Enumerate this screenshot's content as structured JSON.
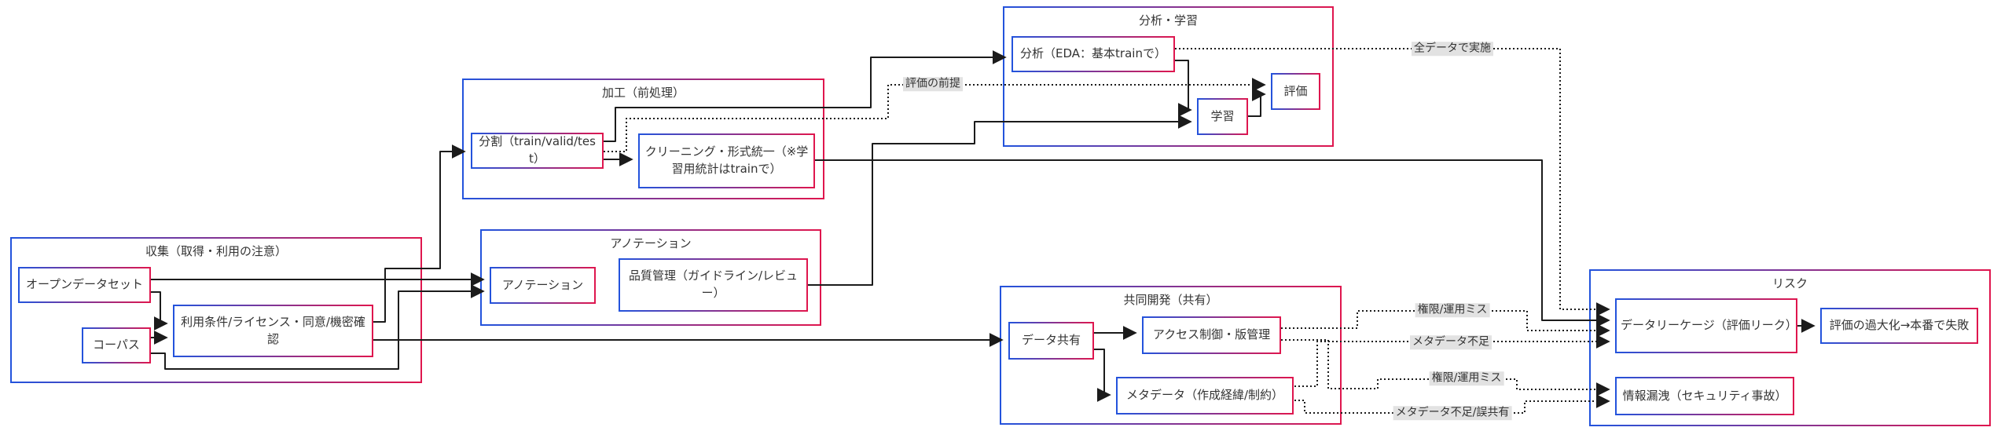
{
  "diagram": {
    "groups": {
      "collection": {
        "title": "収集（取得・利用の注意）"
      },
      "processing": {
        "title": "加工（前処理）"
      },
      "annotation": {
        "title": "アノテーション"
      },
      "analysis": {
        "title": "分析・学習"
      },
      "collab": {
        "title": "共同開発（共有）"
      },
      "risk": {
        "title": "リスク"
      }
    },
    "nodes": {
      "open_dataset": {
        "label": "オープンデータセット"
      },
      "corpus": {
        "label": "コーパス"
      },
      "license_check": {
        "label": "利用条件/ライセンス・同意/機密確認"
      },
      "split": {
        "label": "分割（train/valid/test）"
      },
      "cleaning": {
        "label": "クリーニング・形式統一（※学習用統計はtrainで）"
      },
      "annotation_work": {
        "label": "アノテーション"
      },
      "quality": {
        "label": "品質管理（ガイドライン/レビュー）"
      },
      "eda": {
        "label": "分析（EDA：基本trainで）"
      },
      "training": {
        "label": "学習"
      },
      "evaluation": {
        "label": "評価"
      },
      "data_sharing": {
        "label": "データ共有"
      },
      "access_control": {
        "label": "アクセス制御・版管理"
      },
      "metadata": {
        "label": "メタデータ（作成経緯/制約）"
      },
      "data_leakage": {
        "label": "データリーケージ（評価リーク）"
      },
      "overestimate": {
        "label": "評価の過大化→本番で失敗"
      },
      "info_leak": {
        "label": "情報漏洩（セキュリティ事故）"
      }
    },
    "edge_labels": {
      "eval_premise": "評価の前提",
      "all_data": "全データで実施",
      "perm_miss_1": "権限/運用ミス",
      "meta_lack": "メタデータ不足",
      "perm_miss_2": "権限/運用ミス",
      "meta_lack_misshare": "メタデータ不足/誤共有"
    },
    "edges": [
      {
        "from": "open_dataset",
        "to": "annotation_work",
        "style": "solid"
      },
      {
        "from": "open_dataset",
        "to": "license_check",
        "style": "solid"
      },
      {
        "from": "corpus",
        "to": "license_check",
        "style": "solid"
      },
      {
        "from": "corpus",
        "to": "annotation_work",
        "style": "solid"
      },
      {
        "from": "license_check",
        "to": "split",
        "style": "solid"
      },
      {
        "from": "license_check",
        "to": "data_sharing",
        "style": "solid"
      },
      {
        "from": "split",
        "to": "cleaning",
        "style": "solid"
      },
      {
        "from": "split",
        "to": "eda",
        "style": "solid"
      },
      {
        "from": "split",
        "to": "evaluation",
        "style": "dotted",
        "label": "評価の前提"
      },
      {
        "from": "cleaning",
        "to": "data_leakage",
        "style": "solid"
      },
      {
        "from": "quality",
        "to": "training",
        "style": "solid"
      },
      {
        "from": "eda",
        "to": "training",
        "style": "solid"
      },
      {
        "from": "eda",
        "to": "data_leakage",
        "style": "dotted",
        "label": "全データで実施"
      },
      {
        "from": "training",
        "to": "evaluation",
        "style": "solid"
      },
      {
        "from": "data_sharing",
        "to": "access_control",
        "style": "solid"
      },
      {
        "from": "data_sharing",
        "to": "metadata",
        "style": "solid"
      },
      {
        "from": "access_control",
        "to": "data_leakage",
        "style": "dotted",
        "label": "権限/運用ミス"
      },
      {
        "from": "metadata",
        "to": "data_leakage",
        "style": "dotted",
        "label": "メタデータ不足"
      },
      {
        "from": "access_control",
        "to": "info_leak",
        "style": "dotted",
        "label": "権限/運用ミス"
      },
      {
        "from": "metadata",
        "to": "info_leak",
        "style": "dotted",
        "label": "メタデータ不足/誤共有"
      },
      {
        "from": "data_leakage",
        "to": "overestimate",
        "style": "solid"
      }
    ],
    "colors": {
      "border_blue": "#2353dc",
      "border_red": "#df164e",
      "edge": "#1b1b1b",
      "edge_label_bg": "#e2e2e2",
      "text": "#333333"
    }
  }
}
